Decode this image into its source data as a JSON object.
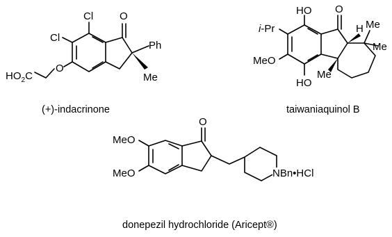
{
  "compounds": [
    {
      "caption": "(+)-indacrinone",
      "labels": {
        "cl_top": "Cl",
        "cl_left": "Cl",
        "o_ketone": "O",
        "ph": "Ph",
        "me": "Me",
        "ho2c_main": "HO",
        "ho2c_sub": "2",
        "ho2c_end": "C",
        "o_ether": "O"
      }
    },
    {
      "caption": "taiwaniaquinol B",
      "labels": {
        "ho_top": "HO",
        "o_ketone": "O",
        "ipr_i": "i",
        "ipr_rest": "-Pr",
        "h": "H",
        "me1": "Me",
        "me2": "Me",
        "meo": "MeO",
        "ho_bottom": "HO",
        "me_ring": "Me"
      }
    },
    {
      "caption": "donepezil hydrochloride (Aricept®)",
      "labels": {
        "o_ketone": "O",
        "meo_top": "MeO",
        "meo_bottom": "MeO",
        "nbn": "NBn•HCl"
      }
    }
  ]
}
